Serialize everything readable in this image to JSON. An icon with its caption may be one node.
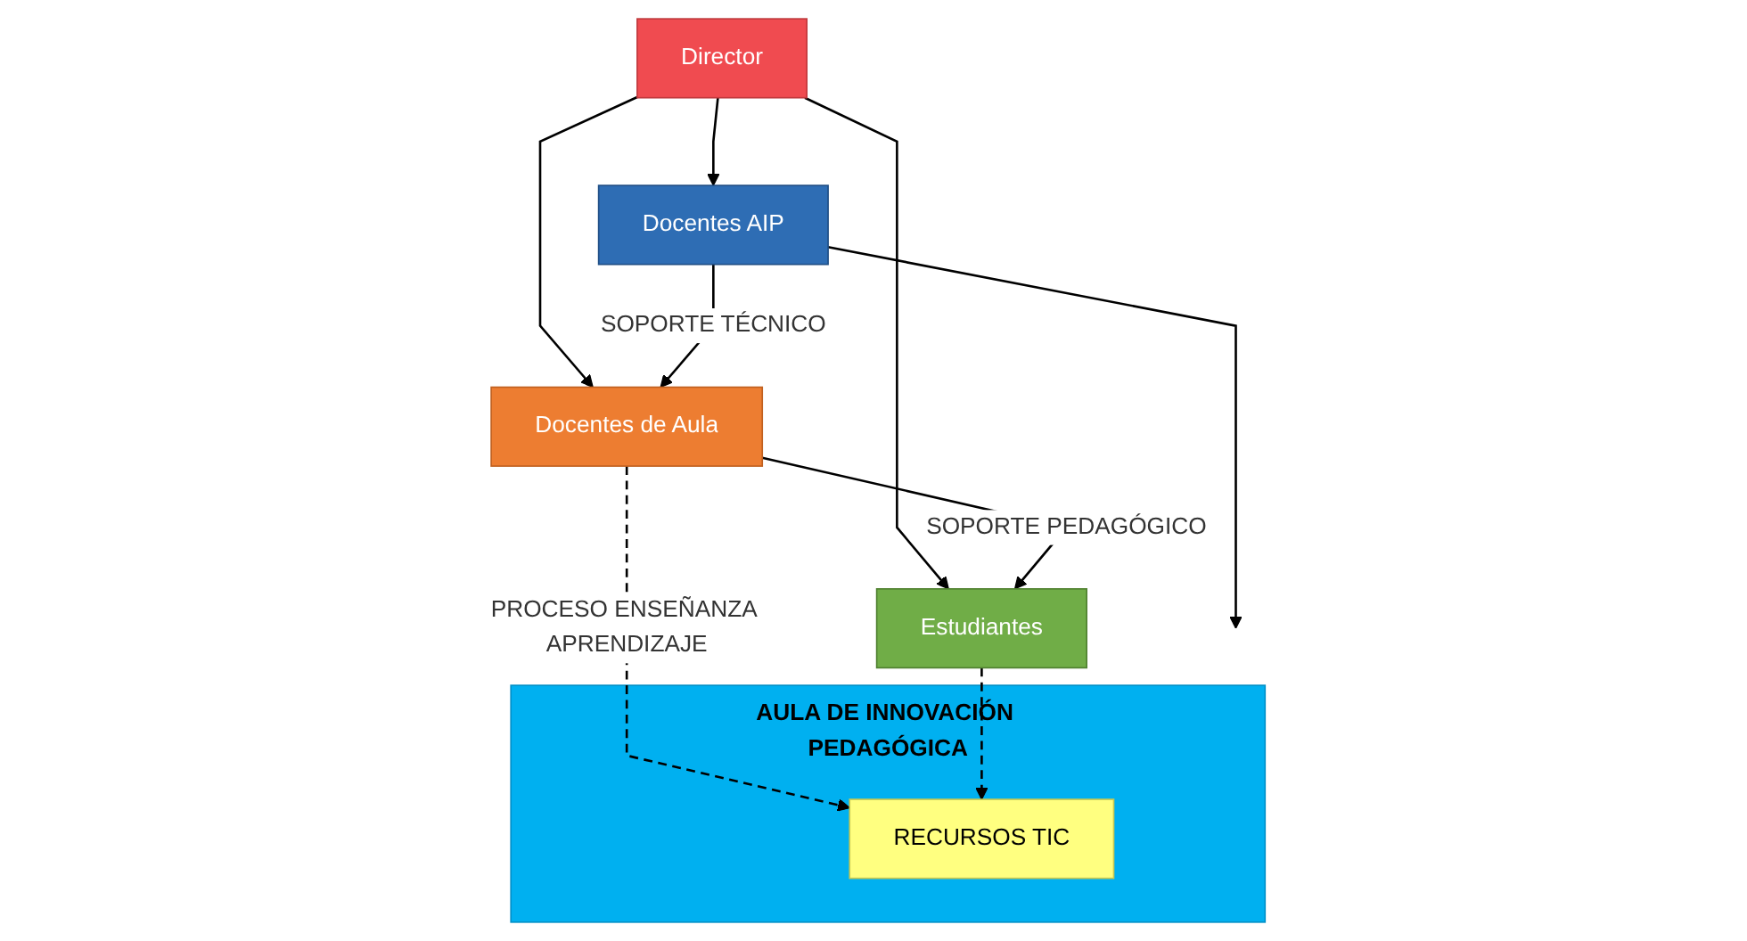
{
  "diagram": {
    "nodes": [
      {
        "text": [
          "Director"
        ]
      },
      {
        "text": [
          "Docentes AIP"
        ]
      },
      {
        "text": [
          "Docentes de Aula"
        ]
      },
      {
        "text": [
          "Estudiantes"
        ]
      },
      {
        "text": [
          "AULA DE INNOVACIÓN PEDAGÓGICA"
        ]
      },
      {
        "text": [
          "RECURSOS TIC"
        ],
        "in": 4
      }
    ],
    "edges": [
      {
        "from": 0,
        "to": 1,
        "arrow": "to"
      },
      {
        "from": 0,
        "to": 2,
        "arrow": "to"
      },
      {
        "from": 0,
        "to": 3,
        "arrow": "to"
      },
      {
        "from": 1,
        "to": 2,
        "arrow": "to",
        "label": "SOPORTE TÉCNICO"
      },
      {
        "from": 2,
        "to": 3,
        "arrow": "to",
        "label": "SOPORTE PEDAGÓGICO"
      },
      {
        "from": 1,
        "to": 4,
        "arrow": "to"
      },
      {
        "from": 2,
        "to": 5,
        "arrow": "to",
        "style": "dashed",
        "label": "PROCESO ENSEÑANZA APRENDIZAJE"
      },
      {
        "from": 3,
        "to": 5,
        "arrow": "to",
        "style": "dashed"
      }
    ]
  }
}
